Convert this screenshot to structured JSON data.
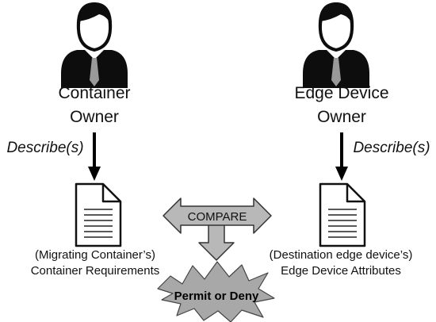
{
  "left": {
    "owner_line1": "Container",
    "owner_line2": "Owner",
    "describes": "Describe(s)",
    "doc_line1": "(Migrating Container’s)",
    "doc_line2": "Container Requirements"
  },
  "right": {
    "owner_line1": "Edge Device",
    "owner_line2": "Owner",
    "describes": "Describe(s)",
    "doc_line1": "(Destination edge device’s)",
    "doc_line2": "Edge Device Attributes"
  },
  "compare_label": "COMPARE",
  "result_label": "Permit or Deny",
  "colors": {
    "person": "#0d0d0d",
    "tie": "#9a9a9a",
    "compare_arrow": "#b8b8b8",
    "burst": "#a8a8a8",
    "outline": "#333333"
  },
  "icons": [
    "person-icon",
    "document-icon",
    "double-arrow",
    "down-arrow",
    "burst-shape"
  ]
}
